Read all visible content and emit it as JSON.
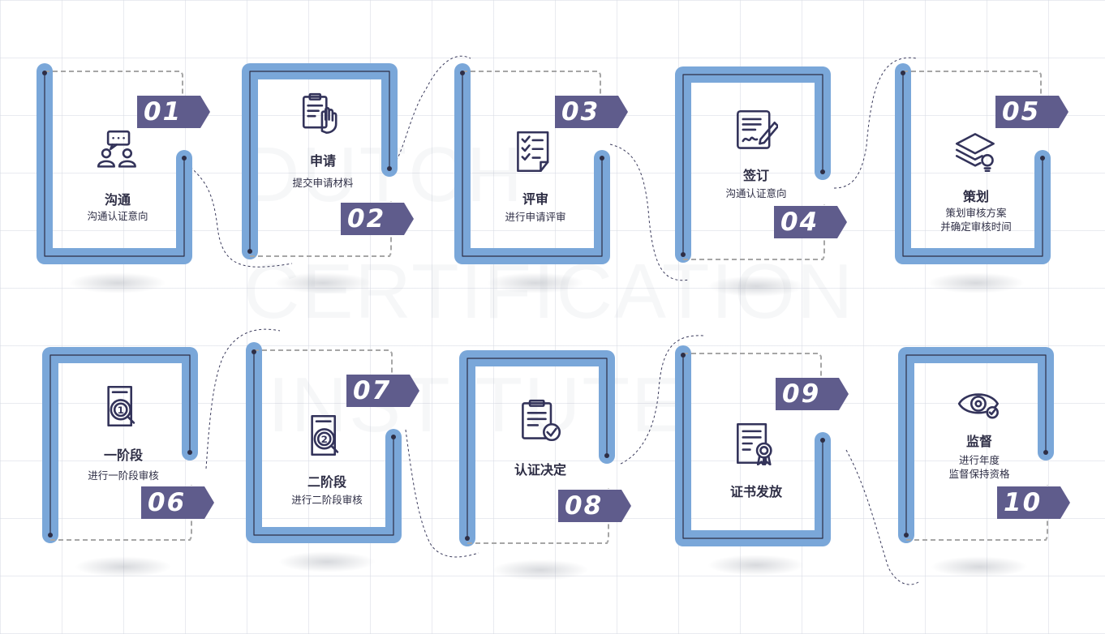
{
  "watermark": {
    "line1": "DUTCH",
    "line2": "CERTIFICATION",
    "line3": "INSTITUTE"
  },
  "colors": {
    "frame": "#7aa7d9",
    "inner": "#2e2e45",
    "badge": "#5f5c8c",
    "dash": "#a6a6a6",
    "text": "#2e2e45",
    "icon": "#33335a"
  },
  "steps": [
    {
      "num": "01",
      "title": "沟通",
      "desc": [
        "沟通认证意向"
      ],
      "icon": "chat-people-icon"
    },
    {
      "num": "02",
      "title": "申请",
      "desc": [
        "提交申请材料"
      ],
      "icon": "clipboard-hand-icon"
    },
    {
      "num": "03",
      "title": "评审",
      "desc": [
        "进行申请评审"
      ],
      "icon": "checklist-icon"
    },
    {
      "num": "04",
      "title": "签订",
      "desc": [
        "沟通认证意向"
      ],
      "icon": "contract-sign-icon"
    },
    {
      "num": "05",
      "title": "策划",
      "desc": [
        "策划审核方案",
        "并确定审核时间"
      ],
      "icon": "layers-bulb-icon"
    },
    {
      "num": "06",
      "title": "一阶段",
      "desc": [
        "进行一阶段审核"
      ],
      "icon": "stage-one-search-icon"
    },
    {
      "num": "07",
      "title": "二阶段",
      "desc": [
        "进行二阶段审核"
      ],
      "icon": "stage-two-search-icon"
    },
    {
      "num": "08",
      "title": "认证决定",
      "desc": [],
      "icon": "approved-document-icon"
    },
    {
      "num": "09",
      "title": "证书发放",
      "desc": [],
      "icon": "certificate-icon"
    },
    {
      "num": "10",
      "title": "监督",
      "desc": [
        "进行年度",
        "监督保持资格"
      ],
      "icon": "eye-monitor-icon"
    }
  ]
}
